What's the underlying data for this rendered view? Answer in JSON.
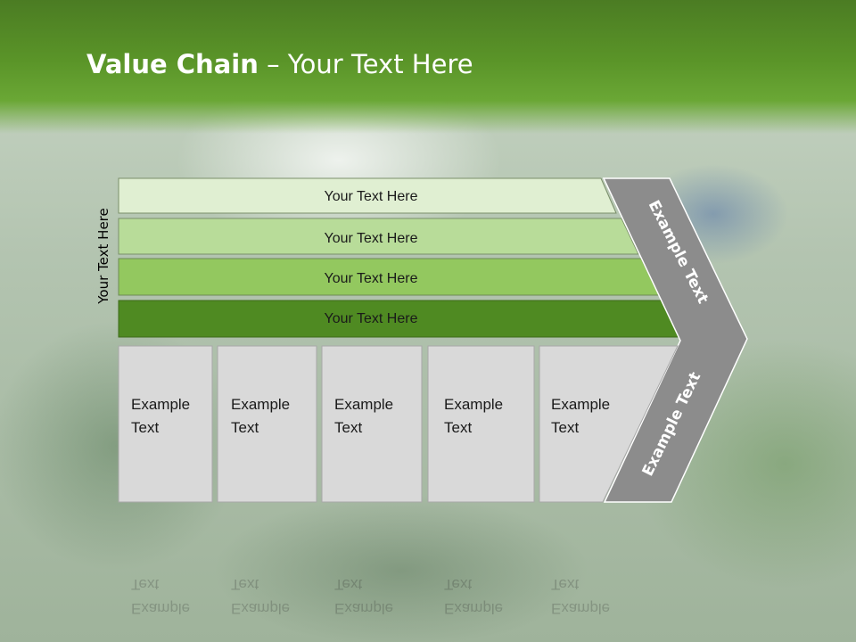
{
  "title": {
    "bold": "Value Chain",
    "rest": " – Your Text Here"
  },
  "side_label": "Your Text Here",
  "rows": [
    {
      "label": "Your Text Here",
      "color": "#e0efd2"
    },
    {
      "label": "Your Text Here",
      "color": "#b8dc99"
    },
    {
      "label": "Your Text Here",
      "color": "#93c85f"
    },
    {
      "label": "Your Text Here",
      "color": "#4f8a22"
    }
  ],
  "arrow": {
    "top_label": "Example Text",
    "bottom_label": "Example Text",
    "color": "#8c8c8c"
  },
  "columns": [
    {
      "line1": "Example",
      "line2": "Text"
    },
    {
      "line1": "Example",
      "line2": "Text"
    },
    {
      "line1": "Example",
      "line2": "Text"
    },
    {
      "line1": "Example",
      "line2": "Text"
    },
    {
      "line1": "Example",
      "line2": "Text"
    }
  ],
  "colors": {
    "header_green": "#5a9428",
    "column_fill": "#d9d9d9"
  }
}
